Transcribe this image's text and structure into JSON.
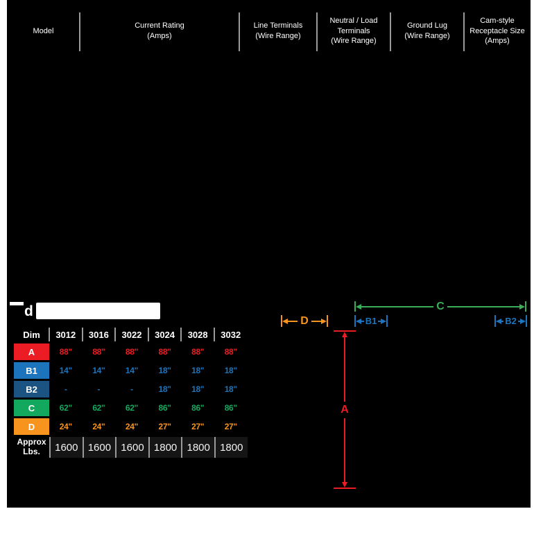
{
  "spec_header": {
    "columns": [
      {
        "label": "Model"
      },
      {
        "label": "Current Rating\n(Amps)"
      },
      {
        "label": "Line Terminals\n(Wire Range)"
      },
      {
        "label": "Neutral / Load\nTerminals\n(Wire Range)"
      },
      {
        "label": "Ground Lug\n(Wire Range)"
      },
      {
        "label": "Cam-style\nReceptacle Size\n(Amps)"
      }
    ]
  },
  "redacted_title": {
    "visible_text": "d"
  },
  "dim_table": {
    "header": [
      "Dim",
      "3012",
      "3016",
      "3022",
      "3024",
      "3028",
      "3032"
    ],
    "rows": [
      {
        "label": "A",
        "color": "#EC1C24",
        "values": [
          "88\"",
          "88\"",
          "88\"",
          "88\"",
          "88\"",
          "88\""
        ]
      },
      {
        "label": "B1",
        "color": "#1C75BC",
        "values": [
          "14\"",
          "14\"",
          "14\"",
          "18\"",
          "18\"",
          "18\""
        ]
      },
      {
        "label": "B2",
        "color": "#1B5383",
        "values": [
          "-",
          "-",
          "-",
          "18\"",
          "18\"",
          "18\""
        ]
      },
      {
        "label": "C",
        "color": "#12A95E",
        "values": [
          "62\"",
          "62\"",
          "62\"",
          "86\"",
          "86\"",
          "86\""
        ]
      },
      {
        "label": "D",
        "color": "#F7941E",
        "values": [
          "24\"",
          "24\"",
          "24\"",
          "27\"",
          "27\"",
          "27\""
        ]
      }
    ],
    "footer": {
      "label": "Approx\nLbs.",
      "values": [
        "1600",
        "1600",
        "1600",
        "1800",
        "1800",
        "1800"
      ]
    }
  },
  "annotations": {
    "a": "A",
    "b1": "B1",
    "b2": "B2",
    "c": "C",
    "d": "D"
  },
  "colors": {
    "red": "#EC1C24",
    "blue": "#1C75BC",
    "dark_blue": "#1B5383",
    "green": "#12A95E",
    "green_line": "#3BAD58",
    "orange": "#F7941E",
    "divider_gray": "#9A9A9A",
    "canvas_black": "#000000",
    "page_white": "#FFFFFF"
  }
}
